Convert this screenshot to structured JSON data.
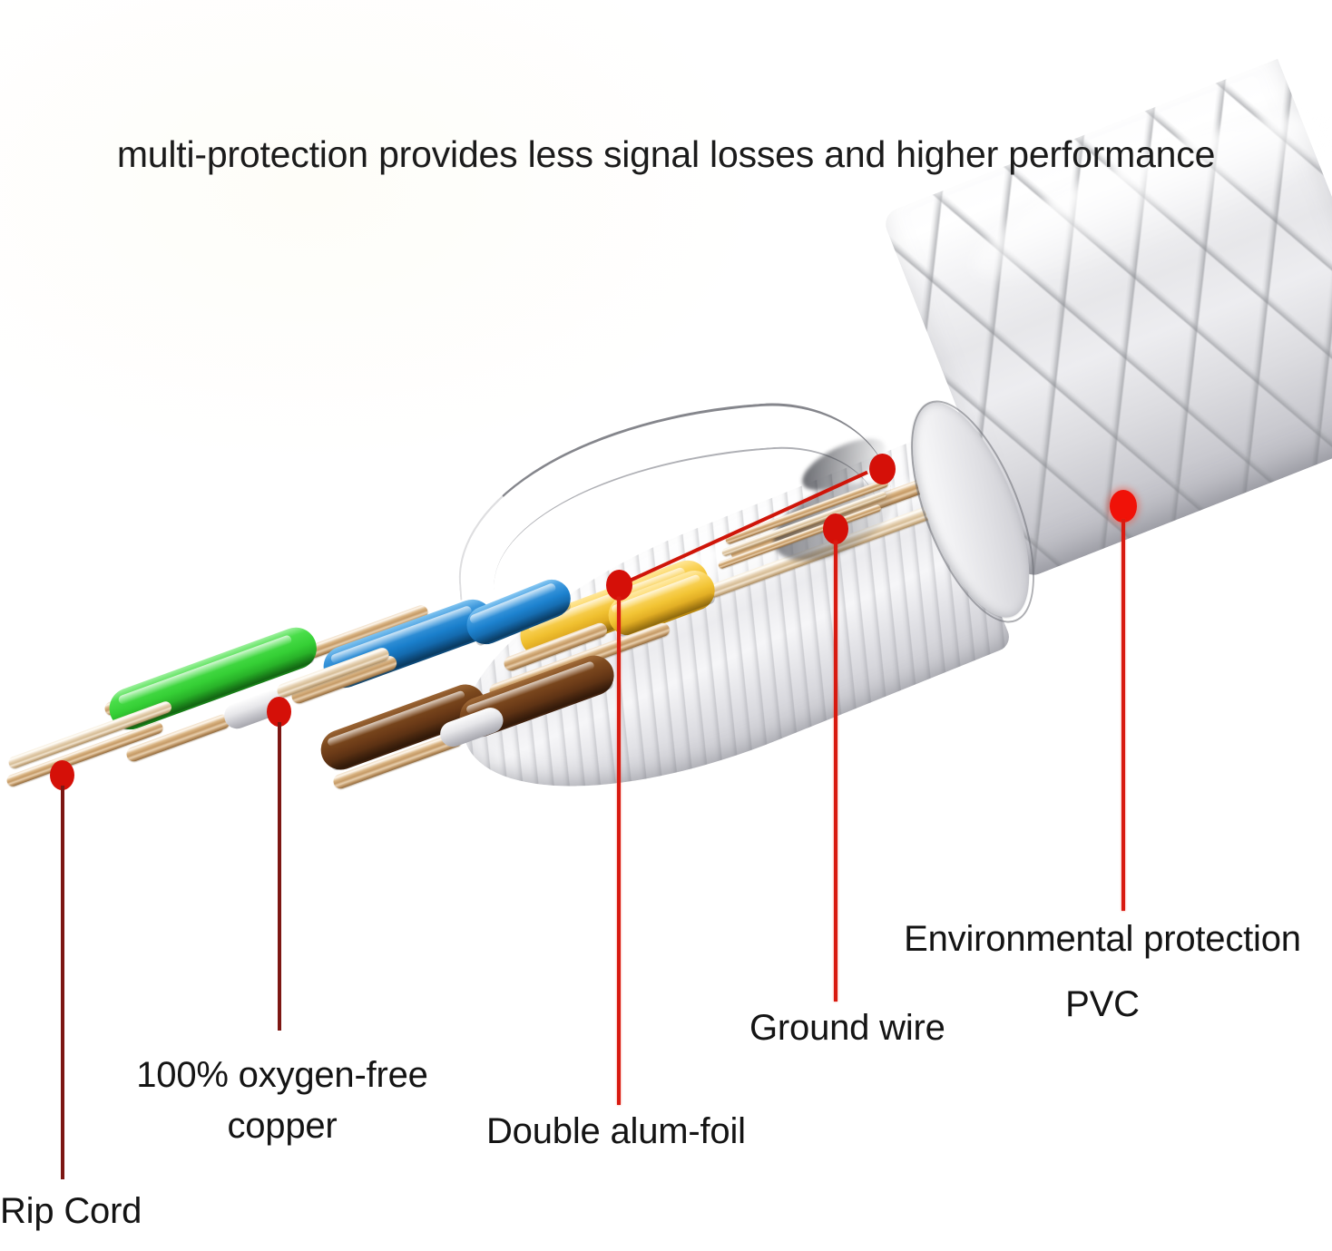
{
  "heading": {
    "text": "multi-protection provides less signal losses and higher performance"
  },
  "diagram": {
    "subject": "network-cable-cutaway",
    "callouts": [
      {
        "id": "rip-cord",
        "label": "Rip Cord",
        "dot_color": "#d51008"
      },
      {
        "id": "oxygen-copper",
        "label_line1": "100% oxygen-free",
        "label_line2": "copper",
        "dot_color": "#d51008"
      },
      {
        "id": "alum-foil",
        "label": "Double alum-foil",
        "dot_color": "#d51008"
      },
      {
        "id": "ground-wire",
        "label": "Ground wire",
        "dot_color": "#d51008"
      },
      {
        "id": "pvc",
        "label_line1": "Environmental protection",
        "label_line2": "PVC",
        "dot_color": "#f01208"
      }
    ],
    "conductor_colors": {
      "green": "#35CF35",
      "blue": "#1A7FCC",
      "brown": "#6B3A17",
      "yellow": "#F0C030",
      "copper": "#C59A66",
      "shield": "#DCDCE1",
      "jacket": "#E7E7EA"
    },
    "leader_color": "#7d1713"
  }
}
